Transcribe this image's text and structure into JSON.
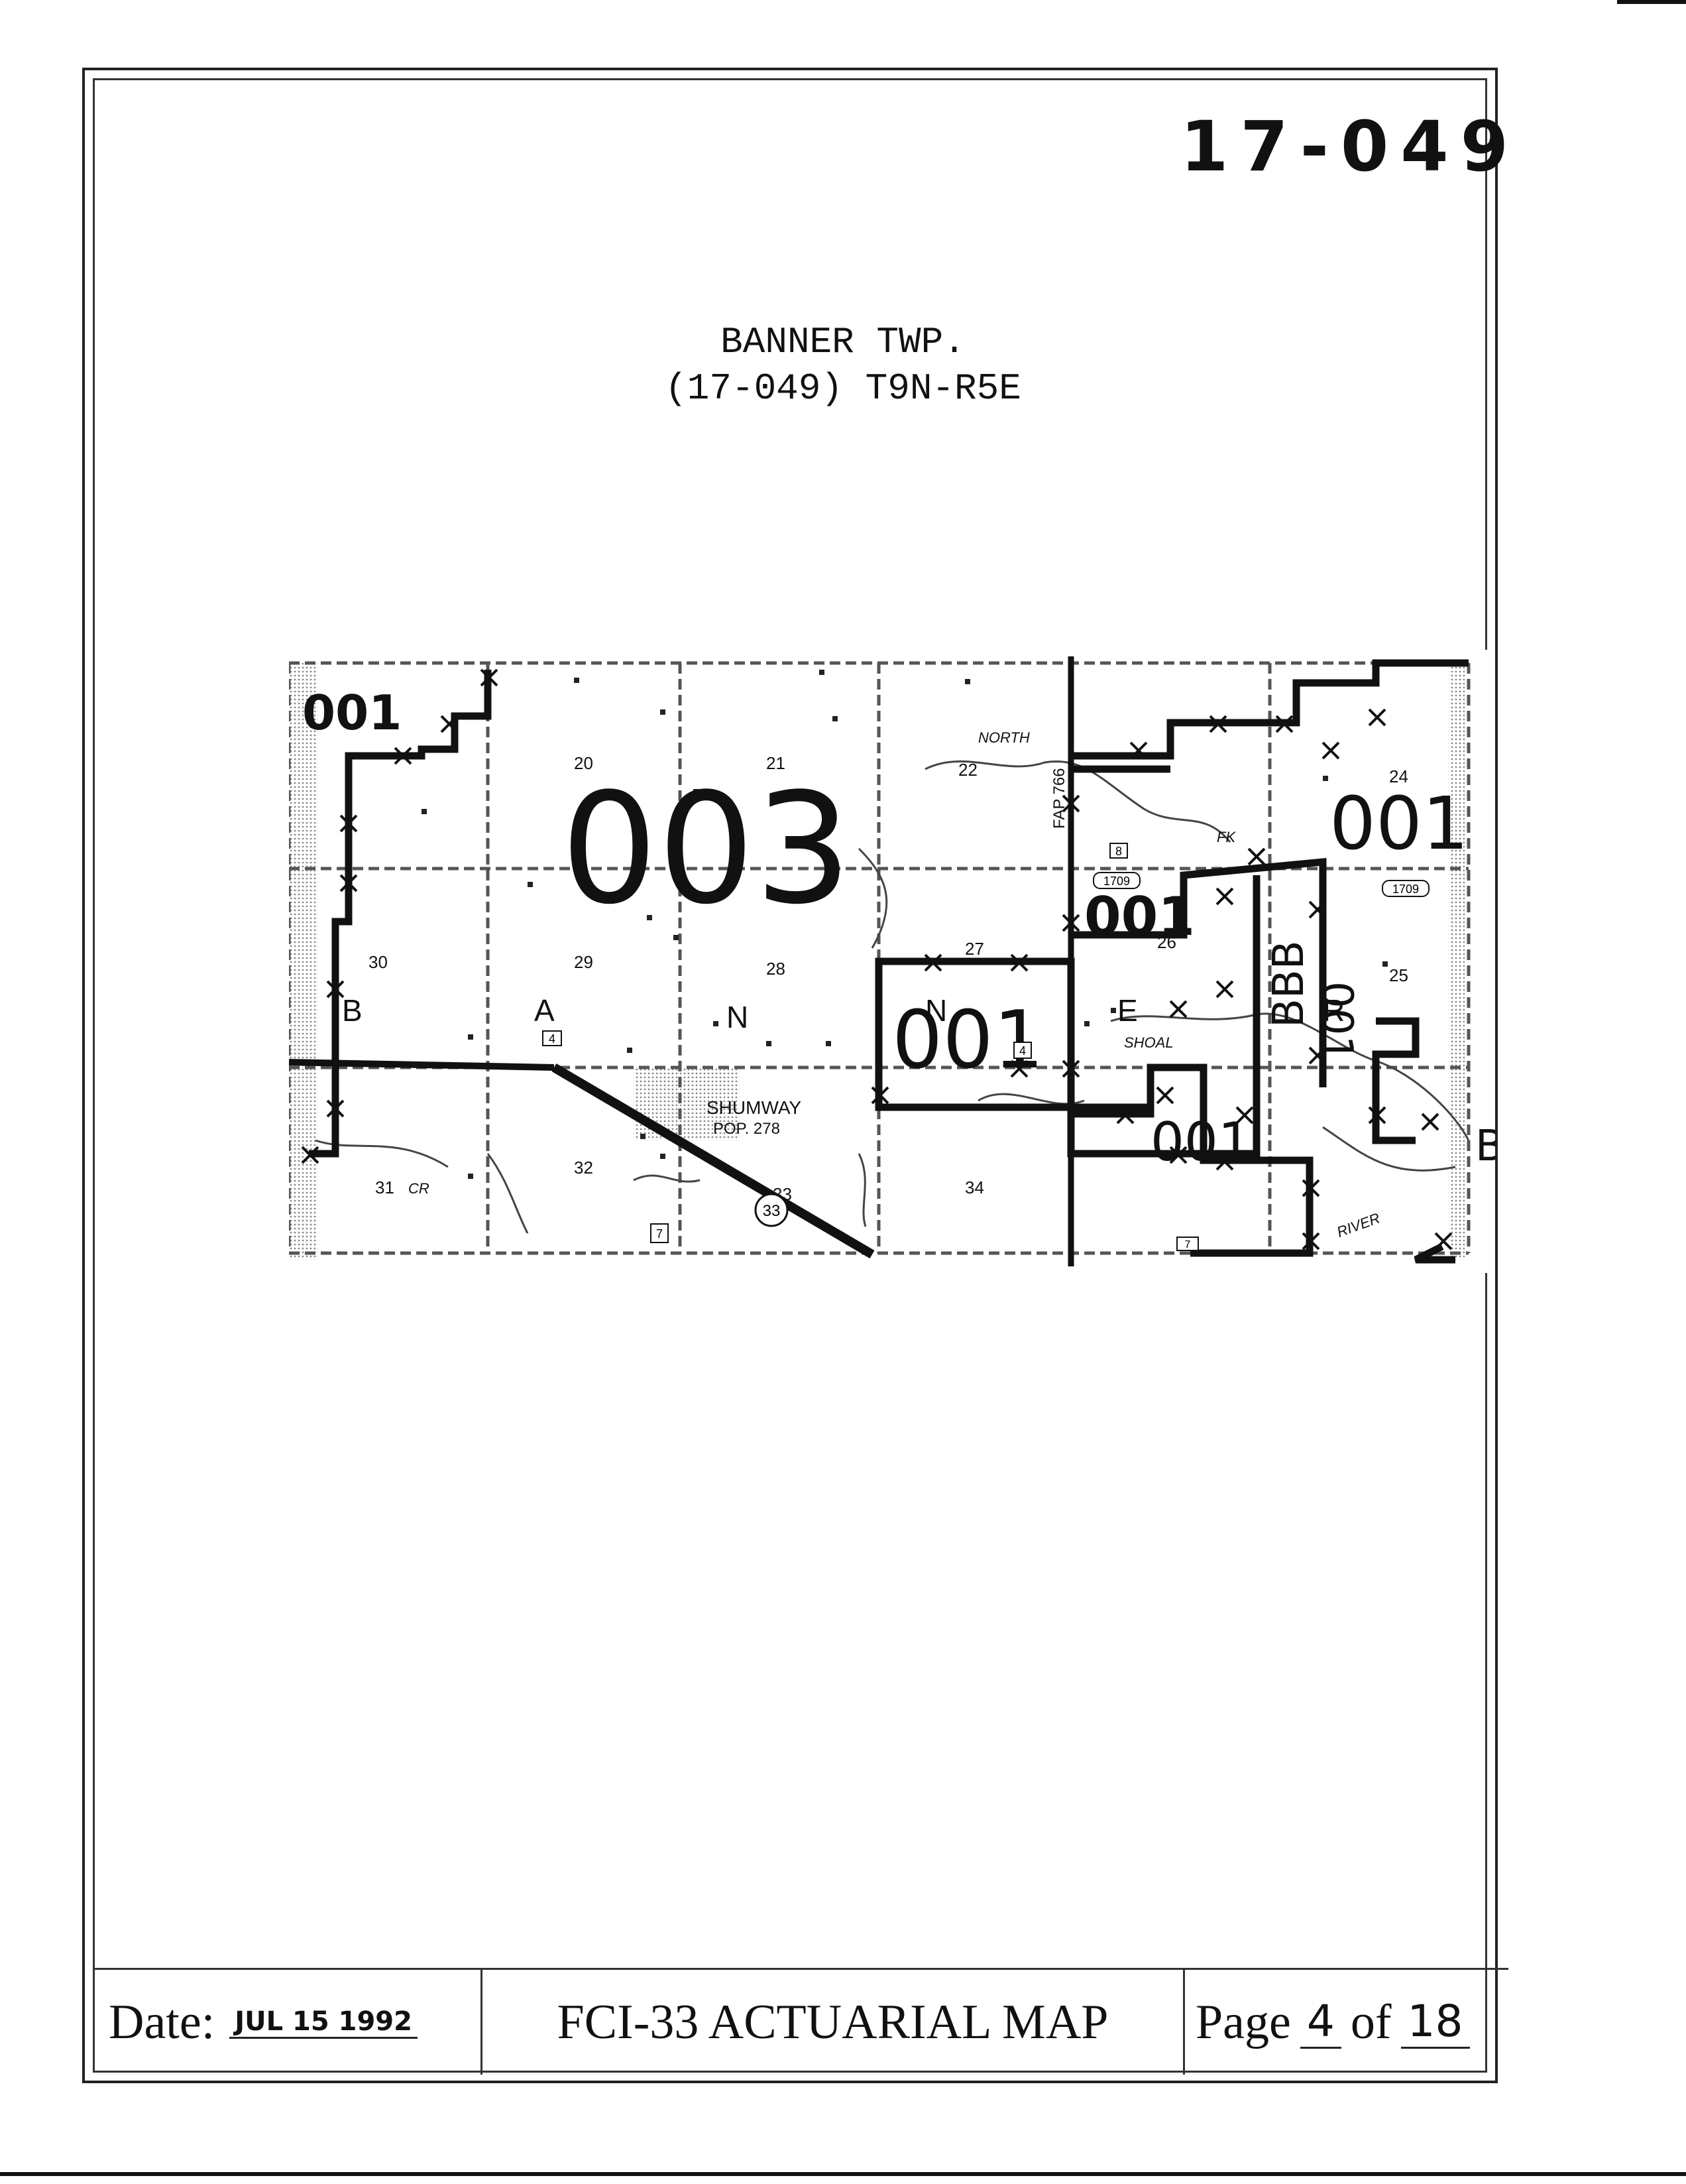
{
  "header": {
    "map_id": "17-049"
  },
  "title": {
    "line1": "BANNER TWP.",
    "line2": "(17-049) T9N-R5E"
  },
  "map": {
    "zone_labels": [
      "003",
      "001",
      "001",
      "001",
      "001",
      "001",
      "001",
      "BBB",
      "BB"
    ],
    "section_numbers": [
      "20",
      "21",
      "22",
      "24",
      "30",
      "29",
      "28",
      "27",
      "26",
      "25",
      "31",
      "32",
      "33",
      "34"
    ],
    "township_letters": [
      "B",
      "A",
      "N",
      "N",
      "E",
      "R"
    ],
    "place_label": "SHUMWAY",
    "population_label": "POP. 278",
    "feature_labels": [
      "NORTH",
      "FK",
      "SHOAL",
      "RIVER",
      "CR",
      "FAP 766"
    ],
    "route_labels": [
      "33",
      "4",
      "8",
      "1709",
      "1709",
      "4",
      "7",
      "7"
    ]
  },
  "footer": {
    "date_label": "Date:",
    "date_value": "JUL 15 1992",
    "form_title": "FCI-33 ACTUARIAL MAP",
    "page_label": "Page",
    "page_current": "4",
    "of_label": "of",
    "page_total": "18"
  }
}
